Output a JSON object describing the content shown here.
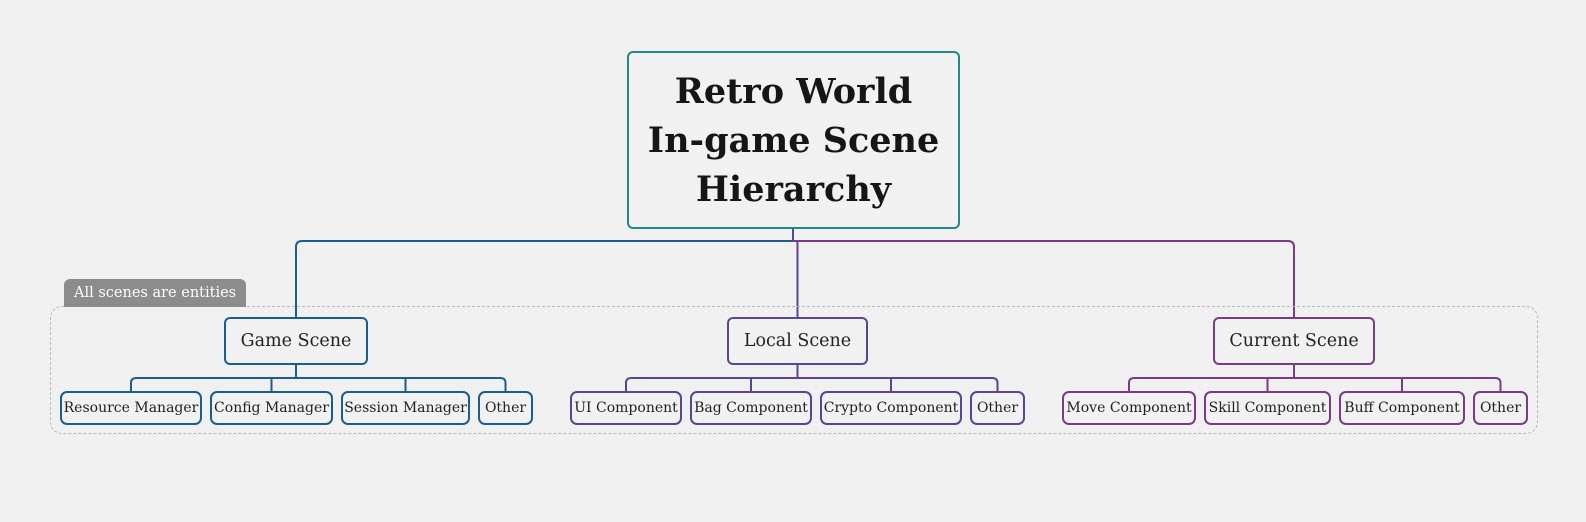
{
  "root": {
    "title": "Retro World\nIn-game Scene\nHierarchy",
    "color": "#1f8a86"
  },
  "boundary": {
    "label": "All scenes are entities"
  },
  "branches": [
    {
      "label": "Game Scene",
      "color": "#1a5e8e",
      "children": [
        "Resource Manager",
        "Config Manager",
        "Session Manager",
        "Other"
      ]
    },
    {
      "label": "Local Scene",
      "color": "#5a4494",
      "children": [
        "UI Component",
        "Bag Component",
        "Crypto Component",
        "Other"
      ]
    },
    {
      "label": "Current Scene",
      "color": "#7a3a86",
      "children": [
        "Move Component",
        "Skill Component",
        "Buff Component",
        "Other"
      ]
    }
  ]
}
